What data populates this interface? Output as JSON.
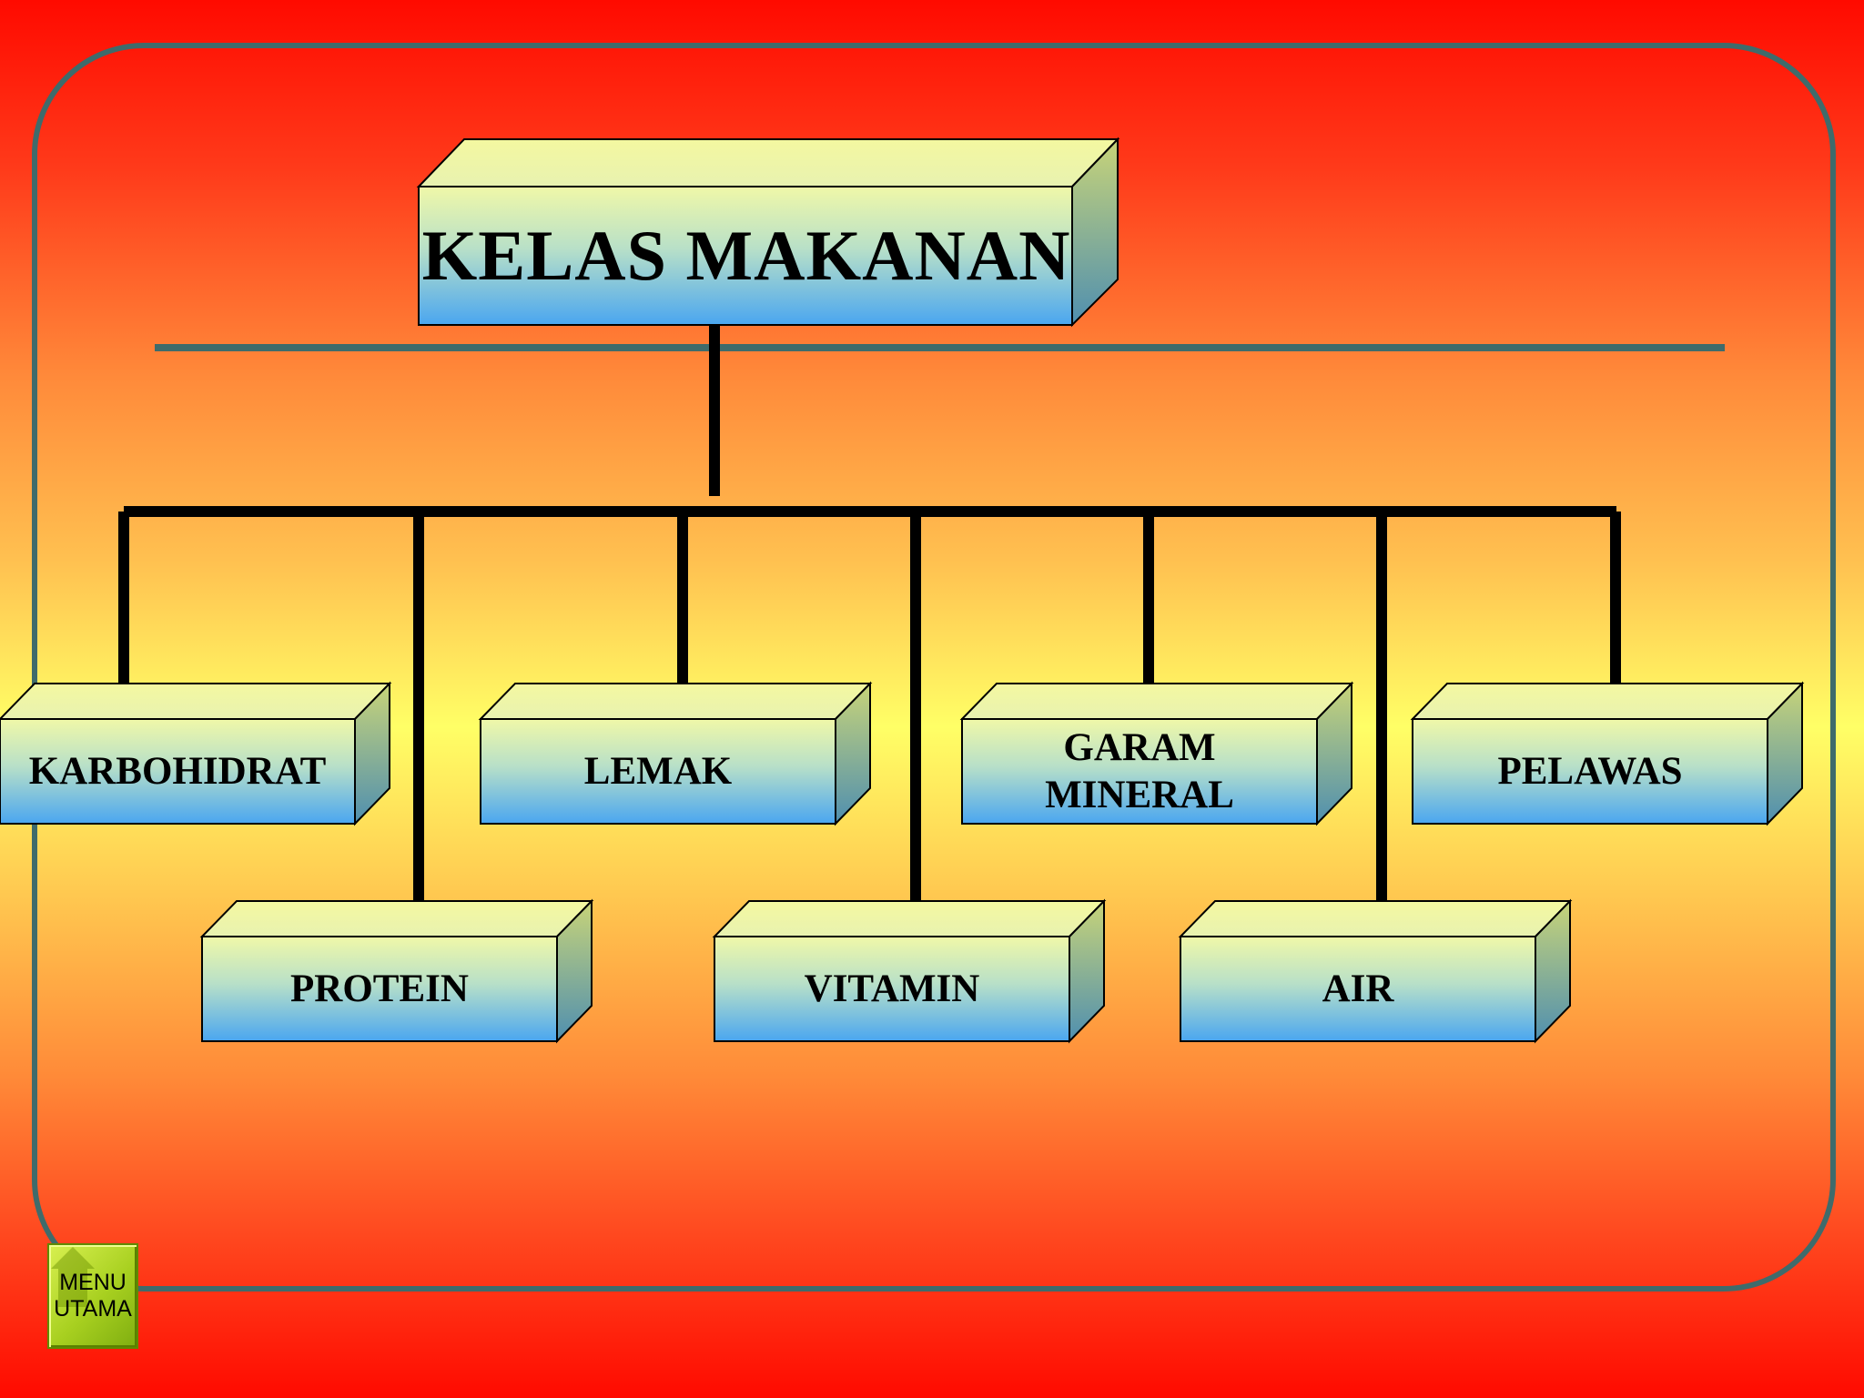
{
  "diagram": {
    "title": "KELAS MAKANAN",
    "nodes": [
      "KARBOHIDRAT",
      "PROTEIN",
      "LEMAK",
      "VITAMIN",
      "GARAM MINERAL",
      "AIR",
      "PELAWAS"
    ]
  },
  "menu_button": {
    "line1": "MENU",
    "line2": "UTAMA"
  },
  "colors": {
    "box_top": "#f0f8a8",
    "box_bottom": "#4aa6f0",
    "frame": "#3f6b6b",
    "connector": "#000000"
  }
}
